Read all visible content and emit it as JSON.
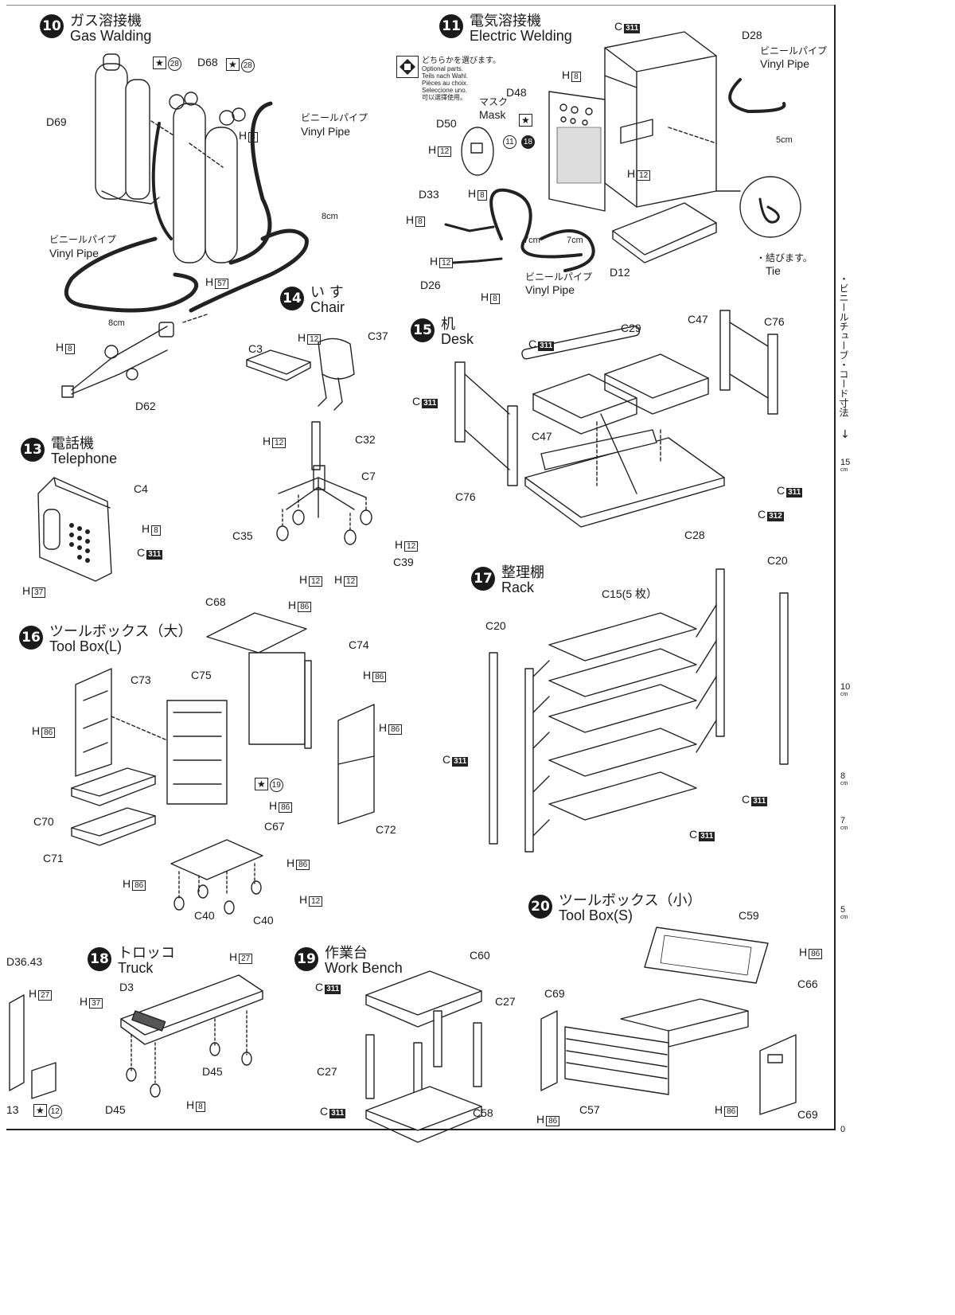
{
  "sections": [
    {
      "num": "10",
      "jp": "ガス溶接機",
      "en": "Gas Walding"
    },
    {
      "num": "11",
      "jp": "電気溶接機",
      "en": "Electric Welding"
    },
    {
      "num": "13",
      "jp": "電話機",
      "en": "Telephone"
    },
    {
      "num": "14",
      "jp": "い す",
      "en": "Chair"
    },
    {
      "num": "15",
      "jp": "机",
      "en": "Desk"
    },
    {
      "num": "16",
      "jp": "ツールボックス（大）",
      "en": "Tool Box(L)"
    },
    {
      "num": "17",
      "jp": "整理棚",
      "en": "Rack"
    },
    {
      "num": "18",
      "jp": "トロッコ",
      "en": "Truck"
    },
    {
      "num": "19",
      "jp": "作業台",
      "en": "Work Bench"
    },
    {
      "num": "20",
      "jp": "ツールボックス（小）",
      "en": "Tool Box(S)"
    }
  ],
  "notes": {
    "vinyl_jp": "ビニールパイプ",
    "vinyl_en": "Vinyl Pipe",
    "mask_jp": "マスク",
    "mask_en": "Mask",
    "tie_jp": "・結びます。",
    "tie_en": "Tie",
    "optional_jp": "どちらかを選びます。",
    "optional_lines": [
      "Optional parts.",
      "Teils nach Wahl.",
      "Pièces au choix.",
      "Seleccione uno.",
      "可以選擇使用。"
    ],
    "qty5": "C15(5 枚）",
    "len_8cm": "8cm",
    "len_7cm": "7cm",
    "len_5cm": "5cm",
    "d3643": "D36.43",
    "d13": "13",
    "margin_vertical": "・ビニールチューブ・コード寸法"
  },
  "parts": {
    "D69": "D69",
    "D68": "D68",
    "D62": "D62",
    "D28": "D28",
    "D48": "D48",
    "D50": "D50",
    "D33": "D33",
    "D26": "D26",
    "D12": "D12",
    "D3": "D3",
    "D45": "D45",
    "C3": "C3",
    "C37": "C37",
    "C32": "C32",
    "C7": "C7",
    "C35": "C35",
    "C39": "C39",
    "C4": "C4",
    "C29": "C29",
    "C47": "C47",
    "C76": "C76",
    "C28": "C28",
    "C20": "C20",
    "C68": "C68",
    "C74": "C74",
    "C75": "C75",
    "C73": "C73",
    "C70": "C70",
    "C71": "C71",
    "C72": "C72",
    "C67": "C67",
    "C40": "C40",
    "C59": "C59",
    "C66": "C66",
    "C69": "C69",
    "C57": "C57",
    "C60": "C60",
    "C27": "C27",
    "C58": "C58",
    "H": "H",
    "C": "C",
    "n8": "8",
    "n12": "12",
    "n57": "57",
    "n37": "37",
    "n86": "86",
    "n27": "27",
    "n311": "311",
    "n312": "312",
    "n28": "28",
    "n11": "11",
    "n18": "18",
    "n19": "19",
    "n12c": "12",
    "star": "★"
  },
  "scale": [
    {
      "v": "15",
      "u": "cm"
    },
    {
      "v": "10",
      "u": "cm"
    },
    {
      "v": "8",
      "u": "cm"
    },
    {
      "v": "7",
      "u": "cm"
    },
    {
      "v": "5",
      "u": "cm"
    },
    {
      "v": "0",
      "u": ""
    }
  ]
}
